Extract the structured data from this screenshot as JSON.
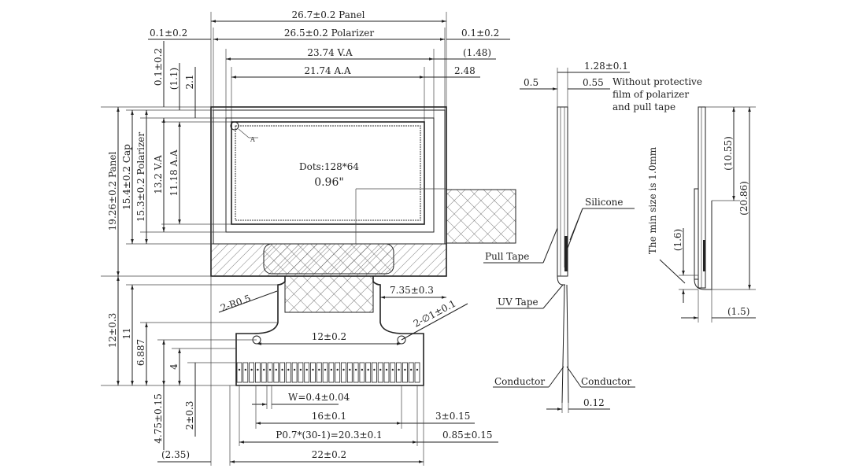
{
  "top_dims": {
    "panel": "26.7±0.2 Panel",
    "polarizer": "26.5±0.2 Polarizer",
    "va": "23.74 V.A",
    "aa": "21.74 A.A",
    "left_offset": "0.1±0.2",
    "right_offset": "0.1±0.2",
    "va_right": "(1.48)",
    "aa_right": "2.48"
  },
  "left_dims": {
    "top_offset": "0.1±0.2",
    "top_gap": "(1.1)",
    "aa_gap": "2.1",
    "panel": "19.26±0.2 Panel",
    "cap": "15.4±0.2 Cap",
    "polarizer": "15.3±0.2 Polarizer",
    "va": "13.2 V.A",
    "aa": "11.18 A.A",
    "fpc_total": "12±0.3",
    "fpc_11": "11",
    "fpc_6887": "6.887",
    "fpc_4": "4",
    "fpc_2": "2±0.3",
    "fpc_475": "4.75±0.15",
    "fpc_235": "(2.35)"
  },
  "center": {
    "dots": "Dots:128*64",
    "size": "0.96\"",
    "marker": "A"
  },
  "fpc_dims": {
    "radius": "2-R0.5",
    "hole": "2-∅1±0.1",
    "width_right": "7.35±0.3",
    "hole_pitch": "12±0.2",
    "pad_width": "W=0.4±0.04",
    "span16": "16±0.1",
    "right3": "3±0.15",
    "pitch": "P0.7*(30-1)=20.3±0.1",
    "right085": "0.85±0.15",
    "total22": "22±0.2"
  },
  "side_view": {
    "thickness": "1.28±0.1",
    "left05": "0.5",
    "right055": "0.55",
    "note_line1": "Without protective",
    "note_line2": "film of polarizer",
    "note_line3": "and pull tape",
    "silicone": "Silicone",
    "pull_tape": "Pull Tape",
    "uv_tape": "UV Tape",
    "conductor_left": "Conductor",
    "conductor_right": "Conductor",
    "bottom012": "0.12"
  },
  "detail_view": {
    "min_size": "The min size is 1.0mm",
    "d1055": "(10.55)",
    "d2086": "(20.86)",
    "d16": "(1.6)",
    "d15": "(1.5)"
  }
}
